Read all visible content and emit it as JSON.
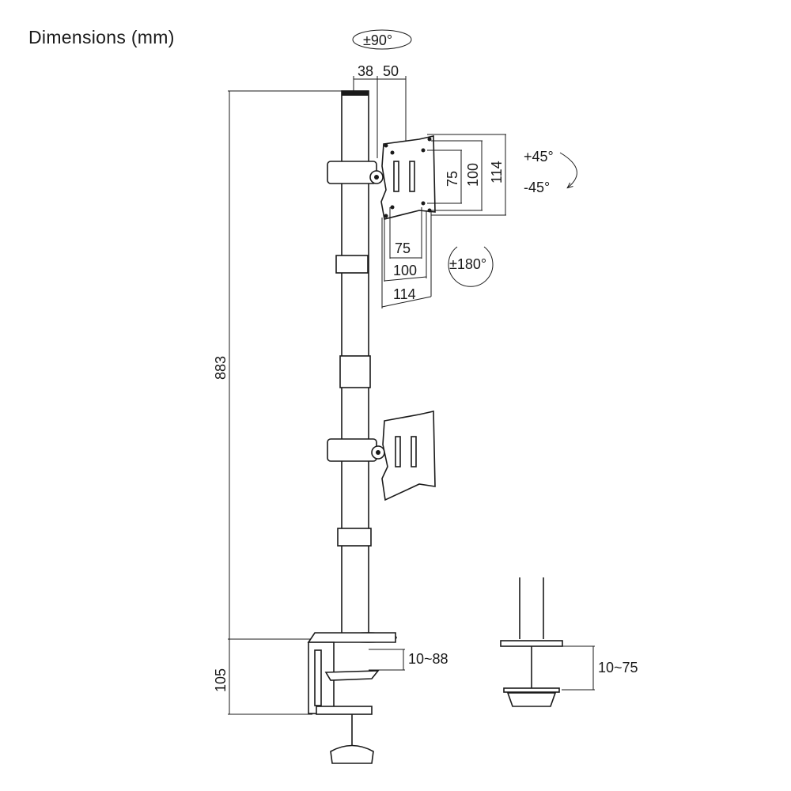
{
  "title": "Dimensions (mm)",
  "rotation": {
    "swivel": "±90°",
    "tilt_up": "+45°",
    "tilt_down": "-45°",
    "rotate": "±180°"
  },
  "arm": {
    "pole_diameter": "38",
    "offset": "50"
  },
  "vesa": {
    "vertical": [
      "75",
      "100",
      "114"
    ],
    "horizontal": [
      "75",
      "100",
      "114"
    ]
  },
  "heights": {
    "pole": "883",
    "clamp": "105"
  },
  "mount": {
    "clamp_range": "10~88",
    "grommet_range": "10~75"
  }
}
